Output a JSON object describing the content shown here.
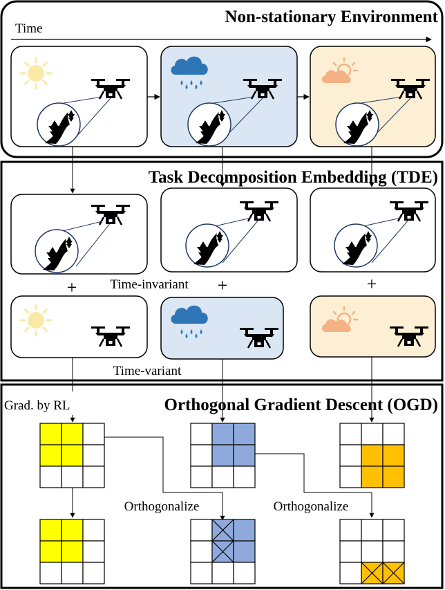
{
  "sections": {
    "env_title": "Non-stationary Environment",
    "tde_title": "Task Decomposition Embedding (TDE)",
    "ogd_title": "Orthogonal Gradient Descent (OGD)"
  },
  "labels": {
    "time": "Time",
    "time_invariant": "Time-invariant",
    "time_variant": "Time-variant",
    "grad_by_rl": "Grad. by RL",
    "orthogonalize_1": "Orthogonalize",
    "orthogonalize_2": "Orthogonalize",
    "plus": "+"
  },
  "weather": [
    "sunny",
    "rainy",
    "partly-cloudy"
  ],
  "colors": {
    "sunny_bg": "#ffffff",
    "rainy_bg": "#dae6f3",
    "cloudy_bg": "#fdefd3",
    "sun": "#fbe9a6",
    "rain_cloud": "#2e75b6",
    "orange_cloud": "#f4b183",
    "grid_yellow": "#ffff00",
    "grid_blue": "#8ea9db",
    "grid_orange": "#ffc000"
  },
  "grids": {
    "top": [
      [
        [
          1,
          1,
          0
        ],
        [
          1,
          1,
          0
        ],
        [
          0,
          0,
          0
        ]
      ],
      [
        [
          0,
          1,
          1
        ],
        [
          0,
          1,
          1
        ],
        [
          0,
          0,
          0
        ]
      ],
      [
        [
          0,
          0,
          0
        ],
        [
          0,
          1,
          1
        ],
        [
          0,
          1,
          1
        ]
      ]
    ],
    "bottom": [
      [
        [
          1,
          1,
          0
        ],
        [
          1,
          1,
          0
        ],
        [
          0,
          0,
          0
        ]
      ],
      [
        [
          0,
          3,
          1
        ],
        [
          0,
          3,
          1
        ],
        [
          0,
          0,
          0
        ]
      ],
      [
        [
          0,
          0,
          0
        ],
        [
          0,
          0,
          0
        ],
        [
          0,
          4,
          4
        ]
      ]
    ]
  }
}
